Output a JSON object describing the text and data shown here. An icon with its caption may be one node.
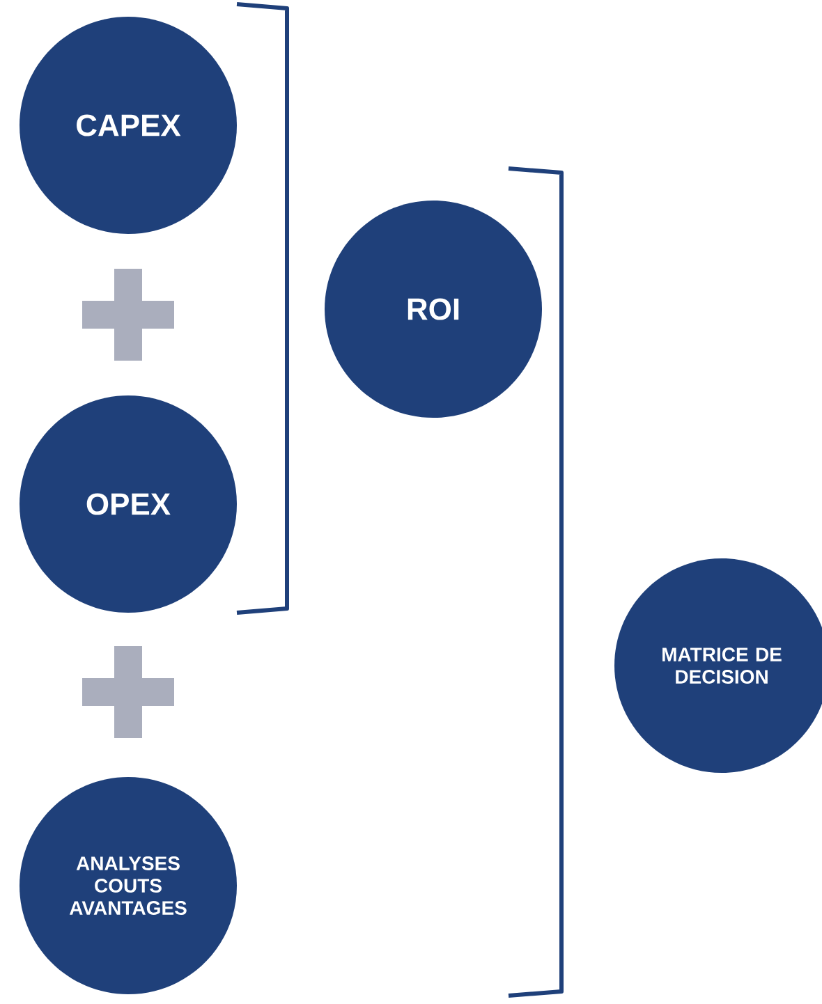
{
  "diagram": {
    "nodes": [
      {
        "text": [
          "CAPEX"
        ]
      },
      {
        "text": [
          "OPEX"
        ]
      },
      {
        "text": [
          "ANALYSES COUTS AVANTAGES"
        ]
      },
      {
        "text": [
          "ROI"
        ]
      },
      {
        "text": [
          "MATRICE DE DECISION"
        ]
      }
    ]
  }
}
